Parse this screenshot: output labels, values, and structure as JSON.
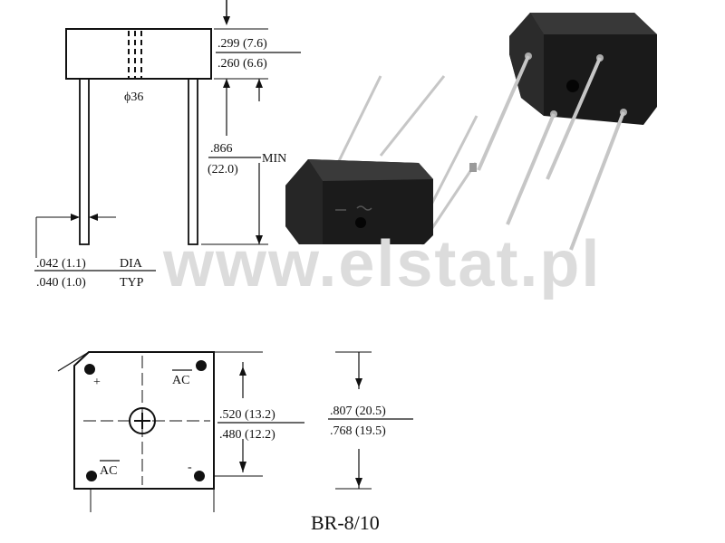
{
  "side_view": {
    "body_height_max": ".299 (7.6)",
    "body_height_min": ".260 (6.6)",
    "lead_dia_label": "ϕ36",
    "lead_length_value": ".866",
    "lead_length_metric": "(22.0)",
    "lead_length_suffix": "MIN",
    "lead_dia_max": ".042 (1.1)",
    "lead_dia_min": ".040 (1.0)",
    "lead_dia_note1": "DIA",
    "lead_dia_note2": "TYP"
  },
  "bottom_view": {
    "pin_plus": "+",
    "pin_ac_top": "AC",
    "pin_ac_bottom": "AC",
    "pin_minus": "-",
    "pin_spacing_max": ".520 (13.2)",
    "pin_spacing_min": ".480 (12.2)",
    "body_width_max": ".807 (20.5)",
    "body_width_min": ".768 (19.5)",
    "package_name": "BR-8/10"
  },
  "watermark": "www.elstat.pl",
  "colors": {
    "ink": "#111111",
    "body": "#1c1c1c",
    "lead": "#bfbfbf",
    "watermark": "#dcdcdc"
  }
}
